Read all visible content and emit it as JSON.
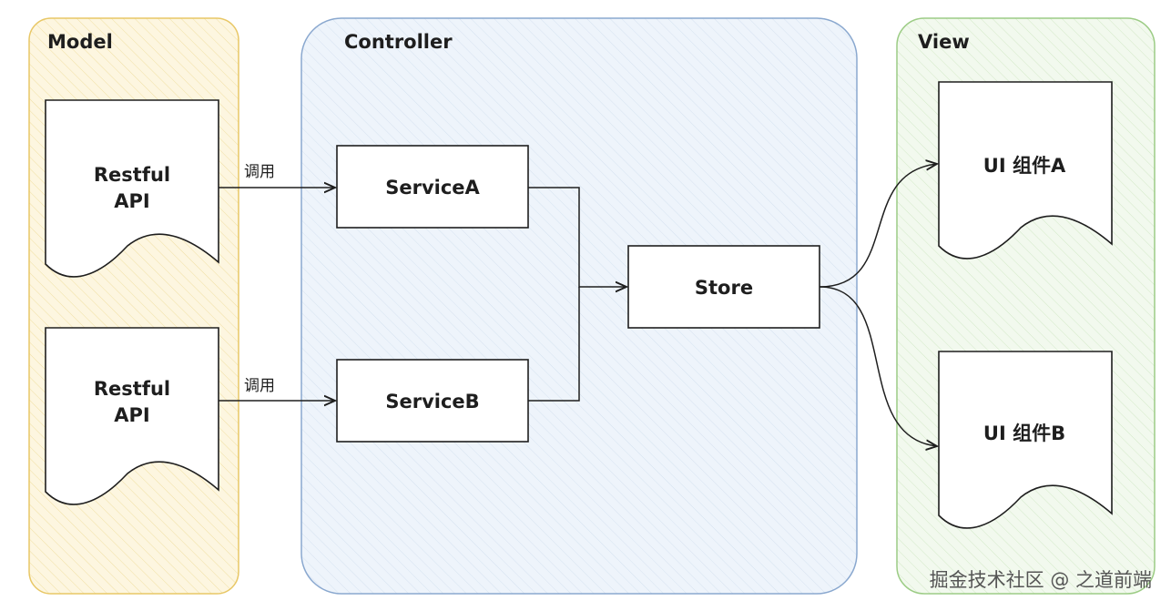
{
  "groups": {
    "model": {
      "title": "Model",
      "fill": "#fdf6e0",
      "stroke": "#e8c766"
    },
    "controller": {
      "title": "Controller",
      "fill": "#eef4fb",
      "stroke": "#8aa8cf"
    },
    "view": {
      "title": "View",
      "fill": "#f2f9ee",
      "stroke": "#9ccc85"
    }
  },
  "nodes": {
    "api_a": {
      "line1": "Restful",
      "line2": "API"
    },
    "api_b": {
      "line1": "Restful",
      "line2": "API"
    },
    "service_a": {
      "label": "ServiceA"
    },
    "service_b": {
      "label": "ServiceB"
    },
    "store": {
      "label": "Store"
    },
    "ui_a": {
      "label": "UI 组件A"
    },
    "ui_b": {
      "label": "UI 组件B"
    }
  },
  "edges": {
    "call_a": "调用",
    "call_b": "调用"
  },
  "watermark": "掘金技术社区 @ 之道前端"
}
